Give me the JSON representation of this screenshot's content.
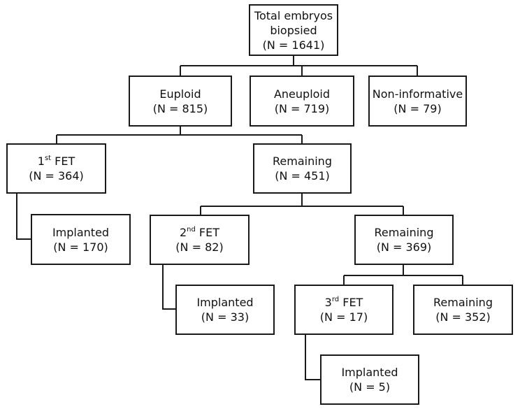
{
  "nodes": {
    "total": {
      "line1": "Total embryos",
      "line2": "biopsied",
      "count": "(N = 1641)"
    },
    "euploid": {
      "label": "Euploid",
      "count": "(N = 815)"
    },
    "aneuploid": {
      "label": "Aneuploid",
      "count": "(N = 719)"
    },
    "non_informative": {
      "label": "Non-informative",
      "count": "(N = 79)"
    },
    "fet1": {
      "num": "1",
      "sup": "st",
      "label": " FET",
      "count": "(N = 364)"
    },
    "remaining1": {
      "label": "Remaining",
      "count": "(N = 451)"
    },
    "implanted1": {
      "label": "Implanted",
      "count": "(N = 170)"
    },
    "fet2": {
      "num": "2",
      "sup": "nd",
      "label": " FET",
      "count": "(N = 82)"
    },
    "remaining2": {
      "label": "Remaining",
      "count": "(N = 369)"
    },
    "implanted2": {
      "label": "Implanted",
      "count": "(N = 33)"
    },
    "fet3": {
      "num": "3",
      "sup": "rd",
      "label": " FET",
      "count": "(N = 17)"
    },
    "remaining3": {
      "label": "Remaining",
      "count": "(N = 352)"
    },
    "implanted3": {
      "label": "Implanted",
      "count": "(N = 5)"
    }
  }
}
